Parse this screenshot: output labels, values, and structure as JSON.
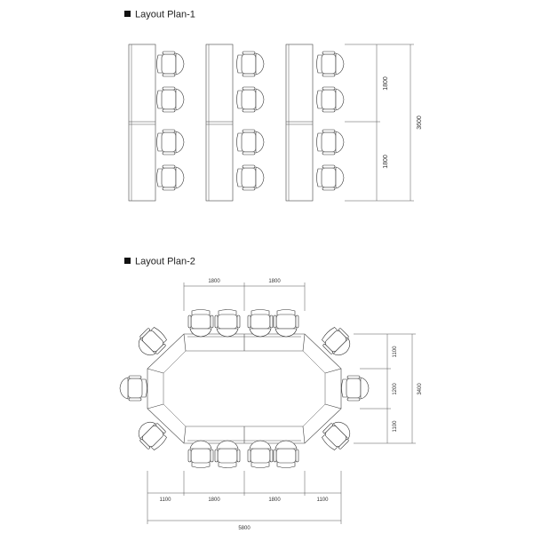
{
  "plan1": {
    "title": "Layout Plan-1",
    "dim_top": "1800",
    "dim_bottom": "1800",
    "dim_total": "3600"
  },
  "plan2": {
    "title": "Layout Plan-2",
    "dim_top_left": "1800",
    "dim_top_right": "1800",
    "dim_right_top": "1100",
    "dim_right_mid": "1200",
    "dim_right_bottom": "1100",
    "dim_right_total": "3400",
    "dim_bottom_1": "1100",
    "dim_bottom_2": "1800",
    "dim_bottom_3": "1800",
    "dim_bottom_4": "1100",
    "dim_bottom_total": "5800"
  },
  "icons": {
    "bullet": "filled-square-icon",
    "chair": "office-chair-icon"
  },
  "colors": {
    "line": "#333333",
    "background": "#ffffff"
  }
}
